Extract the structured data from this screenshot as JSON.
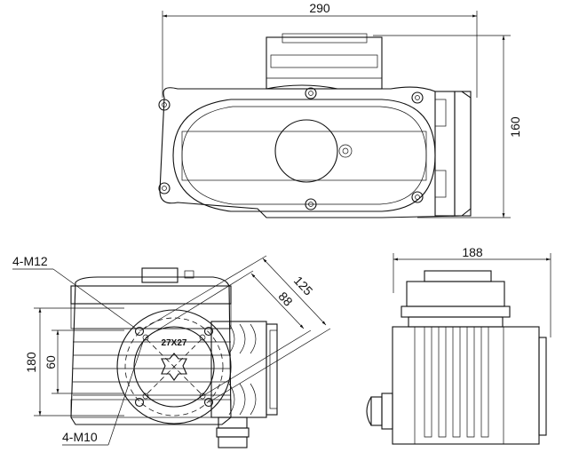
{
  "top_view": {
    "width_dim": "290",
    "height_dim": "160"
  },
  "front_view": {
    "mounting_holes_outer": "4-M12",
    "mounting_holes_inner": "4-M10",
    "pcd_outer": "125",
    "pcd_inner": "88",
    "square_drive": "27X27",
    "height_dim": "180",
    "inner_height_dim": "60"
  },
  "side_view": {
    "width_dim": "188"
  }
}
